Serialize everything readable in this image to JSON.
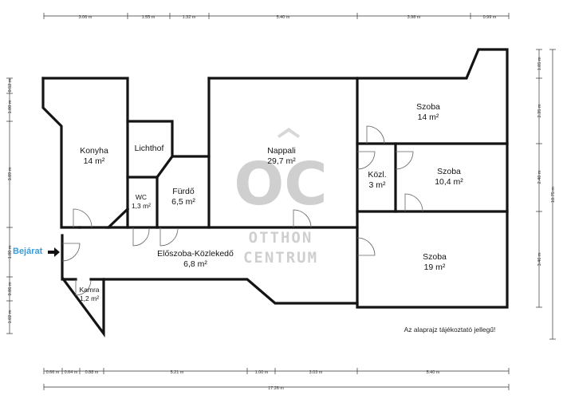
{
  "rooms": {
    "konyha": {
      "name": "Konyha",
      "area": "14 m²"
    },
    "lichthof": {
      "name": "Lichthof"
    },
    "furdo": {
      "name": "Fürdő",
      "area": "6,5 m²"
    },
    "wc": {
      "name": "WC",
      "area": "1,3 m²"
    },
    "nappali": {
      "name": "Nappali",
      "area": "29,7 m²"
    },
    "szoba1": {
      "name": "Szoba",
      "area": "14 m²"
    },
    "kozl": {
      "name": "Közl.",
      "area": "3 m²"
    },
    "szoba2": {
      "name": "Szoba",
      "area": "10,4 m²"
    },
    "eloszoba": {
      "name": "Előszoba-Közlekedő",
      "area": "6,8 m²"
    },
    "szoba3": {
      "name": "Szoba",
      "area": "19 m²"
    },
    "kamra": {
      "name": "Kamra",
      "area": "1,2 m²"
    }
  },
  "entrance_label": "Bejárat",
  "note": "Az alaprajz tájékoztató jellegű!",
  "watermark": {
    "logo": "OC",
    "line1": "OTTHON",
    "line2": "CENTRUM"
  },
  "dimensions": {
    "top": [
      "3.06 m",
      "1.55 m",
      "1.32 m",
      "5.40 m",
      "3.98 m",
      "0.99 m"
    ],
    "bottom": [
      "0.66 m",
      "0.64 m",
      "0.88 m",
      "5.21 m",
      "1.00 m",
      "3.03 m",
      "5.40 m"
    ],
    "total_width": "17.26 m",
    "left": [
      "0.52 m",
      "1.00 m",
      "3.89 m",
      "1.80 m",
      "0.86 m",
      "1.02 m"
    ],
    "right": [
      "1.05 m",
      "2.35 m",
      "2.40 m",
      "3.46 m"
    ],
    "total_height": "10.75 m"
  }
}
